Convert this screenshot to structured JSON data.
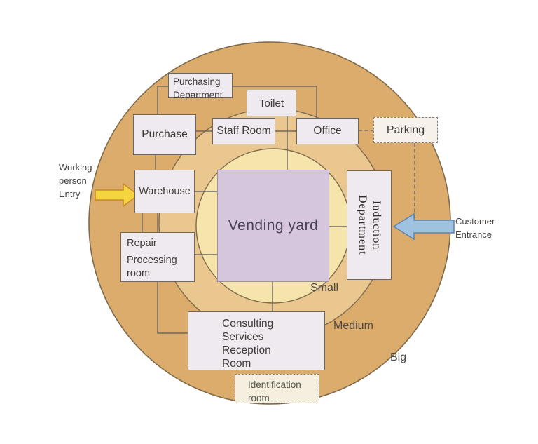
{
  "title": "Store layout zoning diagram",
  "zones": {
    "small": {
      "label": "Small"
    },
    "medium": {
      "label": "Medium"
    },
    "big": {
      "label": "Big"
    }
  },
  "colors": {
    "zone_big": "#dbac6b",
    "zone_medium": "#e9c78f",
    "zone_small": "#f6e5ab",
    "zone_stroke": "#7e6a4c",
    "connector": "#6f675e",
    "vending_fill": "#d5c6de",
    "vending_border": "#9c8fa8",
    "room_fill": "#efeaef",
    "identification_fill": "#f4efde",
    "parking_fill": "#f6f1ea",
    "worker_arrow_fill": "#f4d53f",
    "worker_arrow_stroke": "#c9882b",
    "customer_arrow_fill": "#9ec2e0",
    "customer_arrow_stroke": "#5e83ac"
  },
  "rooms": {
    "purchasing_department": {
      "lines": [
        "Purchasing",
        "Department"
      ]
    },
    "toilet": {
      "label": "Toilet"
    },
    "purchase": {
      "label": "Purchase"
    },
    "staff_room": {
      "label": "Staff Room"
    },
    "office": {
      "label": "Office"
    },
    "parking": {
      "label": "Parking"
    },
    "warehouse": {
      "label": "Warehouse"
    },
    "vending_yard": {
      "label": "Vending yard"
    },
    "induction_department": {
      "lines": [
        "Induction",
        "Department"
      ]
    },
    "repair_processing_room": {
      "lines": [
        "Repair",
        "Processing",
        "room"
      ]
    },
    "consulting_services_reception_room": {
      "lines": [
        "Consulting",
        "Services",
        "Reception",
        "Room"
      ]
    },
    "identification_room": {
      "lines": [
        "Identification",
        "room"
      ]
    }
  },
  "annotations": {
    "working_person_entry": {
      "lines": [
        "Working",
        "person",
        "Entry"
      ]
    },
    "customer_entrance": {
      "lines": [
        "Customer",
        "Entrance"
      ]
    }
  }
}
